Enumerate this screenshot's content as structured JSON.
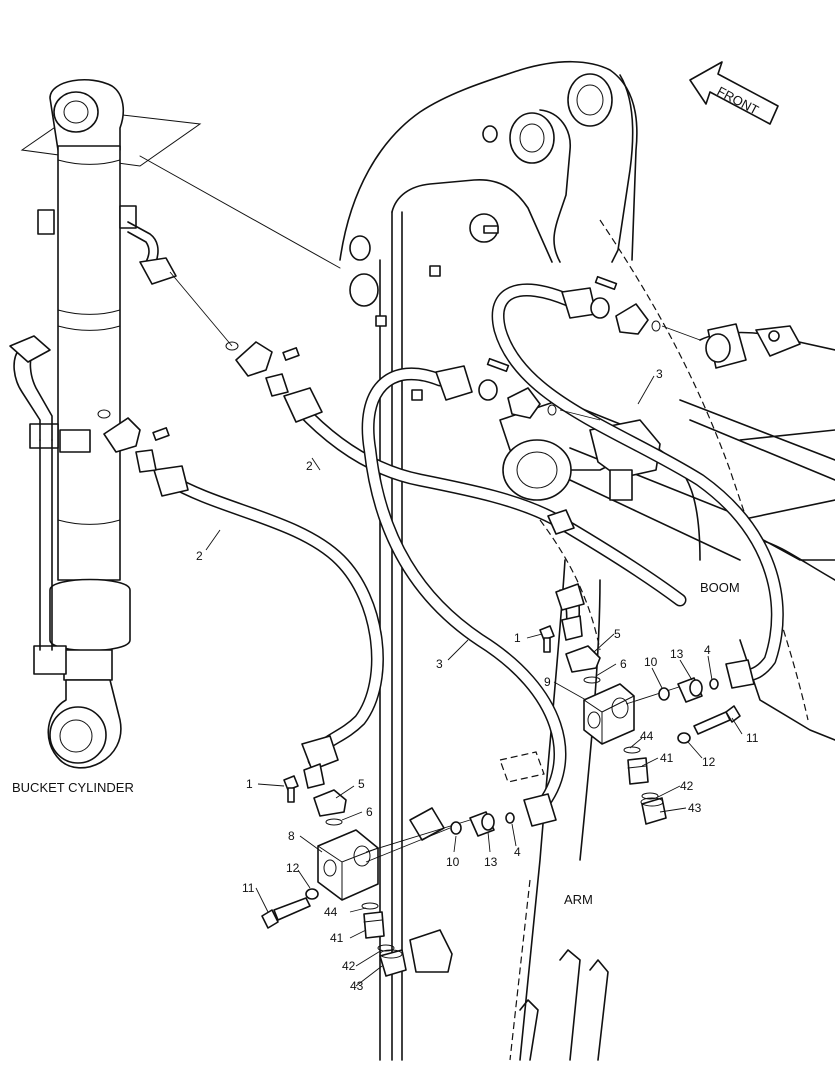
{
  "labels": {
    "front": "FRONT",
    "boom": "BOOM",
    "arm": "ARM",
    "bucket_cylinder": "BUCKET CYLINDER"
  },
  "callouts": {
    "n1": "1",
    "n2": "2",
    "n3": "3",
    "n4": "4",
    "n5": "5",
    "n6": "6",
    "n8": "8",
    "n9": "9",
    "n10": "10",
    "n11": "11",
    "n12": "12",
    "n13": "13",
    "n41": "41",
    "n42": "42",
    "n43": "43",
    "n44": "44"
  }
}
